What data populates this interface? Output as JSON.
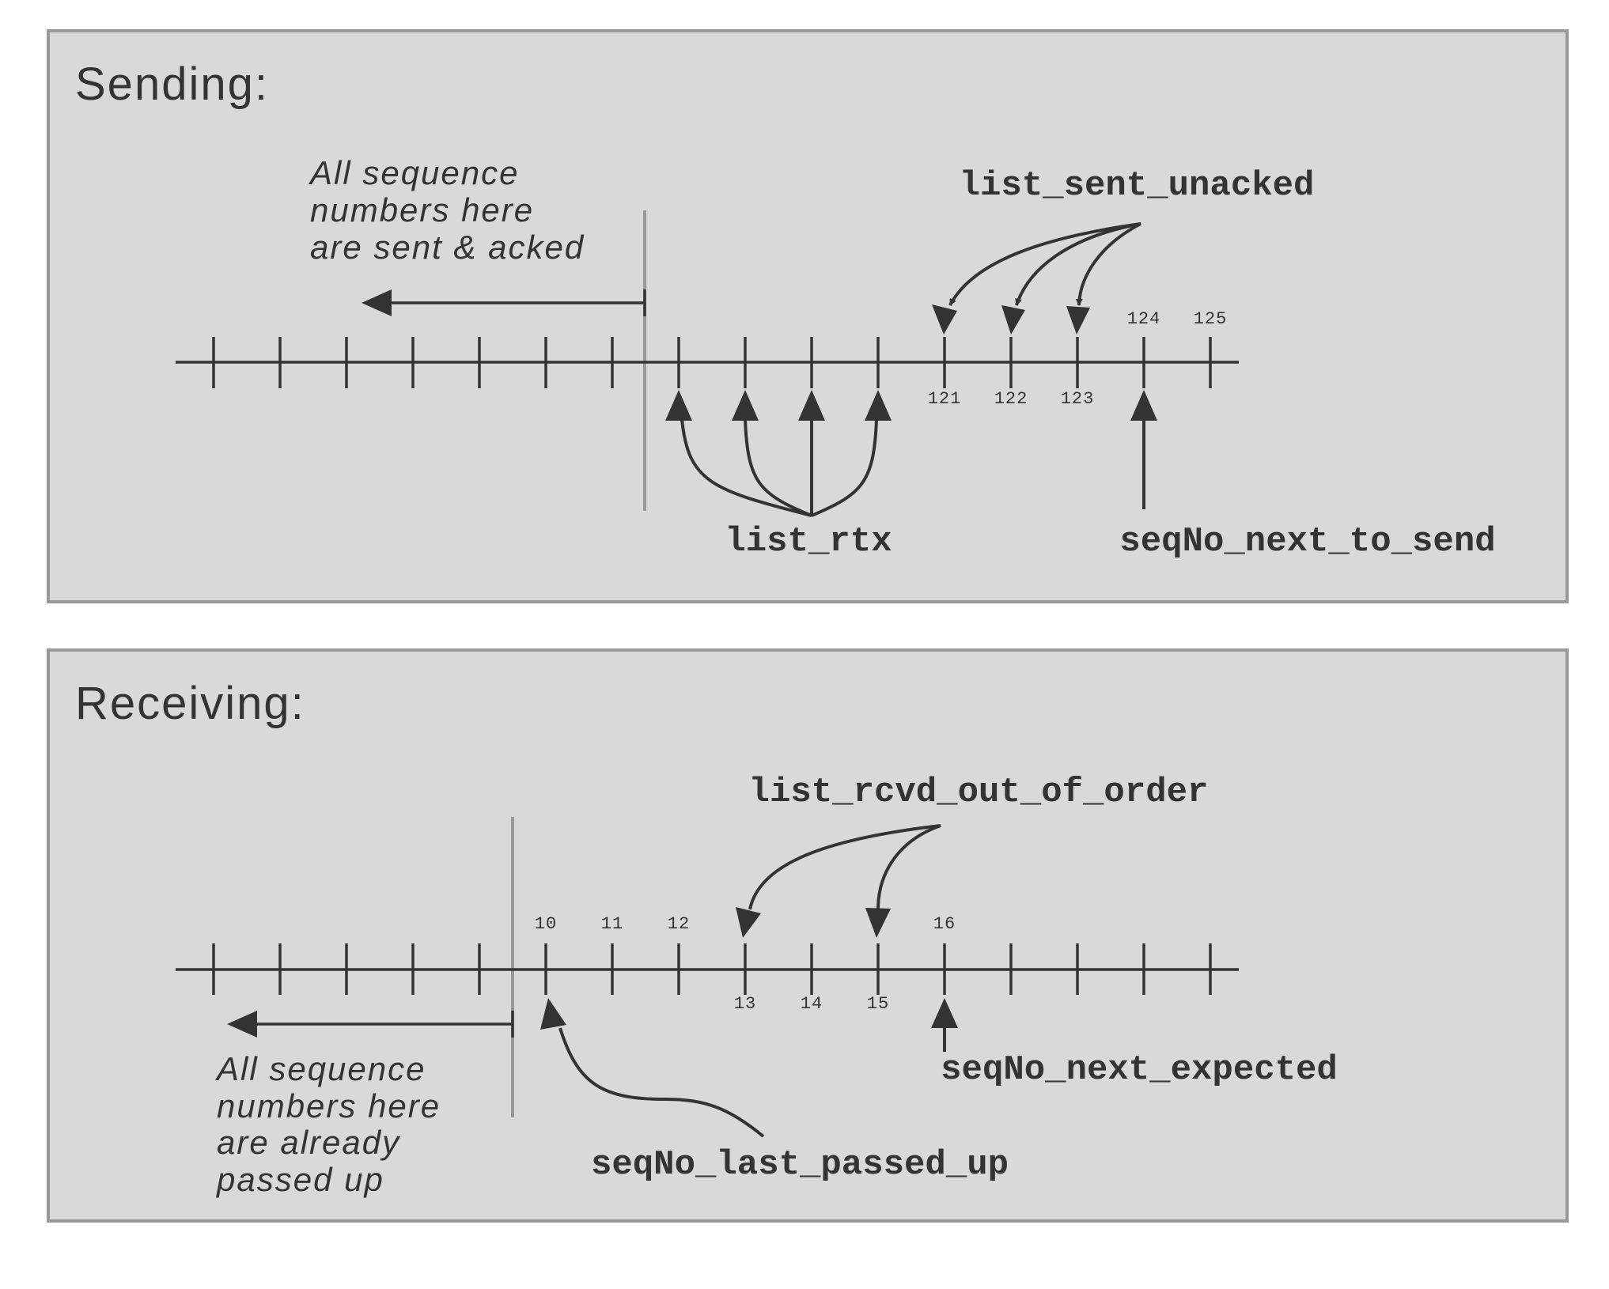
{
  "sending": {
    "title": "Sending:",
    "note": [
      "All sequence",
      "numbers here",
      "are sent & acked"
    ],
    "labels": {
      "sent_unacked": "list_sent_unacked",
      "rtx": "list_rtx",
      "next_to_send": "seqNo_next_to_send"
    },
    "tick_labels": [
      "121",
      "122",
      "123",
      "124",
      "125"
    ]
  },
  "receiving": {
    "title": "Receiving:",
    "note": [
      "All sequence",
      "numbers here",
      "are already",
      "passed up"
    ],
    "labels": {
      "out_of_order": "list_rcvd_out_of_order",
      "next_expected": "seqNo_next_expected",
      "last_passed_up": "seqNo_last_passed_up"
    },
    "tick_labels": [
      "10",
      "11",
      "12",
      "13",
      "14",
      "15",
      "16"
    ]
  }
}
